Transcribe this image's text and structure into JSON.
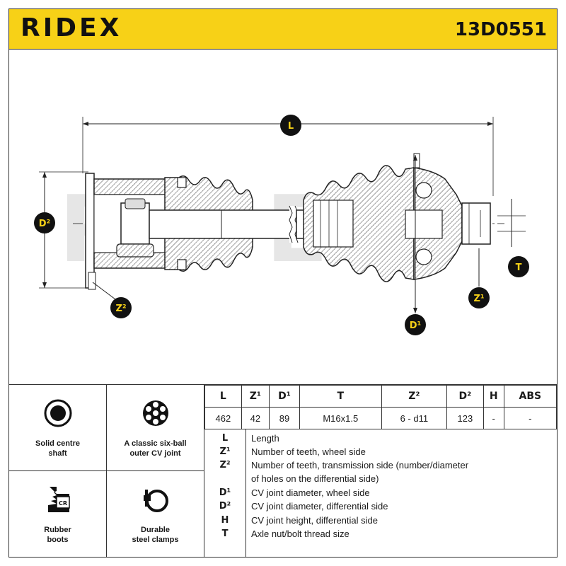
{
  "header": {
    "brand": "RIDEX",
    "part_number": "13D0551"
  },
  "drawing": {
    "labels": {
      "length": "L",
      "d2": "D²",
      "z2": "Z²",
      "d1": "D¹",
      "z1": "Z¹",
      "thread": "T"
    },
    "watermark": "RIDEX"
  },
  "features": [
    {
      "icon": "solid-shaft-icon",
      "caption_line1": "Solid centre",
      "caption_line2": "shaft"
    },
    {
      "icon": "six-ball-joint-icon",
      "caption_line1": "A classic six-ball",
      "caption_line2": "outer CV joint"
    },
    {
      "icon": "rubber-boot-icon",
      "caption_line1": "Rubber",
      "caption_line2": "boots",
      "badge": "CR"
    },
    {
      "icon": "steel-clamp-icon",
      "caption_line1": "Durable",
      "caption_line2": "steel clamps"
    }
  ],
  "spec_table": {
    "headers": [
      "L",
      "Z¹",
      "D¹",
      "T",
      "Z²",
      "D²",
      "H",
      "ABS"
    ],
    "values": [
      "462",
      "42",
      "89",
      "M16x1.5",
      "6 - d11",
      "123",
      "-",
      "-"
    ]
  },
  "legend": [
    {
      "key": "L",
      "text": "Length"
    },
    {
      "key": "Z¹",
      "text": "Number of teeth, wheel side"
    },
    {
      "key": "Z²",
      "text": "Number of teeth, transmission side (number/diameter"
    },
    {
      "key": "",
      "text": "of holes on the differential side)"
    },
    {
      "key": "D¹",
      "text": "CV joint diameter, wheel side"
    },
    {
      "key": "D²",
      "text": "CV joint diameter, differential side"
    },
    {
      "key": "H",
      "text": "CV joint height, differential side"
    },
    {
      "key": "T",
      "text": "Axle nut/bolt thread size"
    }
  ],
  "colors": {
    "accent": "#f7d117",
    "ink": "#1a1a1a",
    "watermark": "#e6e6e6"
  }
}
